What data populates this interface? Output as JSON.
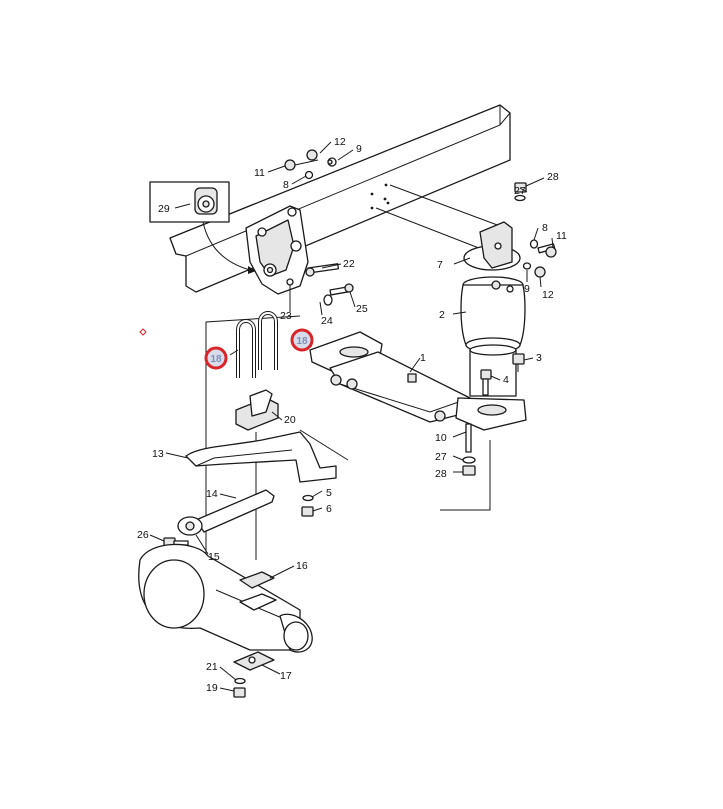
{
  "labels": {
    "l1": "1",
    "l2": "2",
    "l3": "3",
    "l4": "4",
    "l5": "5",
    "l6": "6",
    "l7": "7",
    "l8a": "8",
    "l8b": "8",
    "l9a": "9",
    "l9b": "9",
    "l10": "10",
    "l11a": "11",
    "l11b": "11",
    "l12a": "12",
    "l12b": "12",
    "l13": "13",
    "l14": "14",
    "l15": "15",
    "l16": "16",
    "l17": "17",
    "l18a": "18",
    "l18b": "18",
    "l19": "19",
    "l20": "20",
    "l21": "21",
    "l22": "22",
    "l23": "23",
    "l24": "24",
    "l25": "25",
    "l26": "26",
    "l27a": "27",
    "l27b": "27",
    "l28a": "28",
    "l28b": "28",
    "l29": "29"
  },
  "colors": {
    "highlight_ring": "#d9252a",
    "highlight_fill": "#d8dcea",
    "highlight_text": "#7d8fb8",
    "line": "#1a1a1a"
  }
}
